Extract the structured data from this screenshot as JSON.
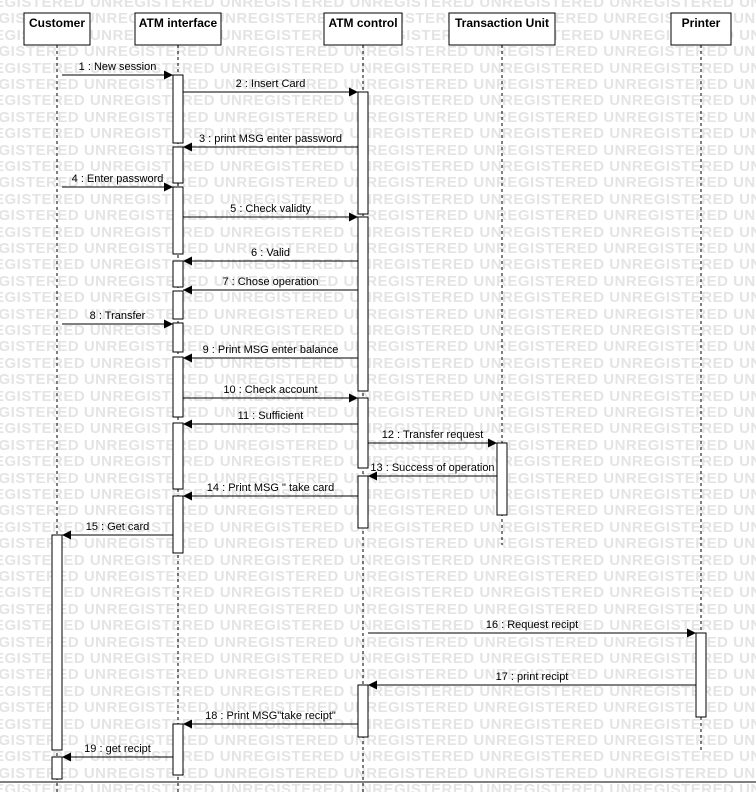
{
  "watermark": "UNREGISTERED",
  "lifelines": [
    {
      "id": "customer",
      "label": "Customer"
    },
    {
      "id": "atm_interface",
      "label": "ATM interface"
    },
    {
      "id": "atm_control",
      "label": "ATM control"
    },
    {
      "id": "transaction_unit",
      "label": "Transaction Unit"
    },
    {
      "id": "printer",
      "label": "Printer"
    }
  ],
  "messages": [
    {
      "label": "1 : New session",
      "from": "customer",
      "to": "atm_interface"
    },
    {
      "label": "2 : Insert Card",
      "from": "atm_interface",
      "to": "atm_control"
    },
    {
      "label": "3 : print MSG enter password",
      "from": "atm_control",
      "to": "atm_interface"
    },
    {
      "label": "4 : Enter password",
      "from": "customer",
      "to": "atm_interface"
    },
    {
      "label": "5 : Check validty",
      "from": "atm_interface",
      "to": "atm_control"
    },
    {
      "label": "6 : Valid",
      "from": "atm_control",
      "to": "atm_interface"
    },
    {
      "label": "7 : Chose operation",
      "from": "atm_control",
      "to": "atm_interface"
    },
    {
      "label": "8 : Transfer",
      "from": "customer",
      "to": "atm_interface"
    },
    {
      "label": "9 : Print MSG  enter balance",
      "from": "atm_control",
      "to": "atm_interface"
    },
    {
      "label": "10 : Check account",
      "from": "atm_interface",
      "to": "atm_control"
    },
    {
      "label": "11 : Sufficient",
      "from": "atm_control",
      "to": "atm_interface"
    },
    {
      "label": "12 : Transfer request",
      "from": "atm_control",
      "to": "transaction_unit"
    },
    {
      "label": "13 : Success of operation",
      "from": "transaction_unit",
      "to": "atm_control"
    },
    {
      "label": "14 : Print MSG \" take card",
      "from": "atm_control",
      "to": "atm_interface"
    },
    {
      "label": "15 : Get card",
      "from": "atm_interface",
      "to": "customer"
    },
    {
      "label": "16 : Request recipt",
      "from": "atm_control",
      "to": "printer"
    },
    {
      "label": "17 : print recipt",
      "from": "printer",
      "to": "atm_control"
    },
    {
      "label": "18 : Print MSG\"take recipt\"",
      "from": "atm_control",
      "to": "atm_interface"
    },
    {
      "label": "19 : get recipt",
      "from": "atm_interface",
      "to": "customer"
    }
  ]
}
